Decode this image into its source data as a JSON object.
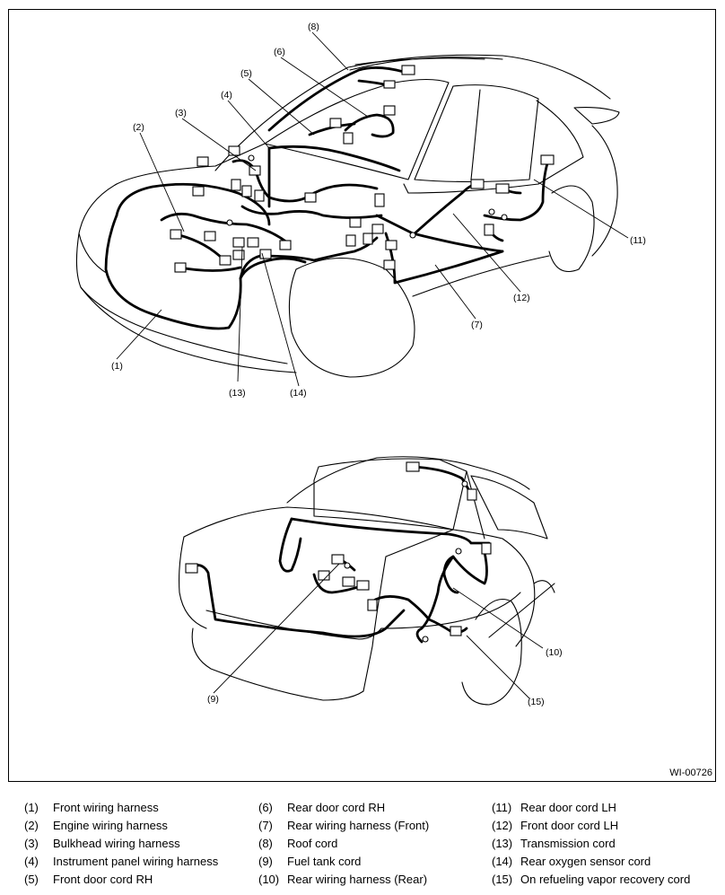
{
  "figure_code": "WI-00726",
  "callouts": {
    "c1": "(1)",
    "c2": "(2)",
    "c3": "(3)",
    "c4": "(4)",
    "c5": "(5)",
    "c6": "(6)",
    "c7": "(7)",
    "c8": "(8)",
    "c9": "(9)",
    "c10": "(10)",
    "c11": "(11)",
    "c12": "(12)",
    "c13": "(13)",
    "c14": "(14)",
    "c15": "(15)"
  },
  "legend": {
    "items": [
      {
        "num": "(1)",
        "label": "Front wiring harness"
      },
      {
        "num": "(2)",
        "label": "Engine wiring harness"
      },
      {
        "num": "(3)",
        "label": "Bulkhead wiring harness"
      },
      {
        "num": "(4)",
        "label": "Instrument panel wiring harness"
      },
      {
        "num": "(5)",
        "label": "Front door cord RH"
      },
      {
        "num": "(6)",
        "label": "Rear door cord RH"
      },
      {
        "num": "(7)",
        "label": "Rear wiring harness (Front)"
      },
      {
        "num": "(8)",
        "label": "Roof cord"
      },
      {
        "num": "(9)",
        "label": "Fuel tank cord"
      },
      {
        "num": "(10)",
        "label": "Rear wiring harness (Rear)"
      },
      {
        "num": "(11)",
        "label": "Rear door cord LH"
      },
      {
        "num": "(12)",
        "label": "Front door cord LH"
      },
      {
        "num": "(13)",
        "label": "Transmission cord"
      },
      {
        "num": "(14)",
        "label": "Rear oxygen sensor cord"
      },
      {
        "num": "(15)",
        "label": "On refueling vapor recovery cord"
      }
    ]
  }
}
